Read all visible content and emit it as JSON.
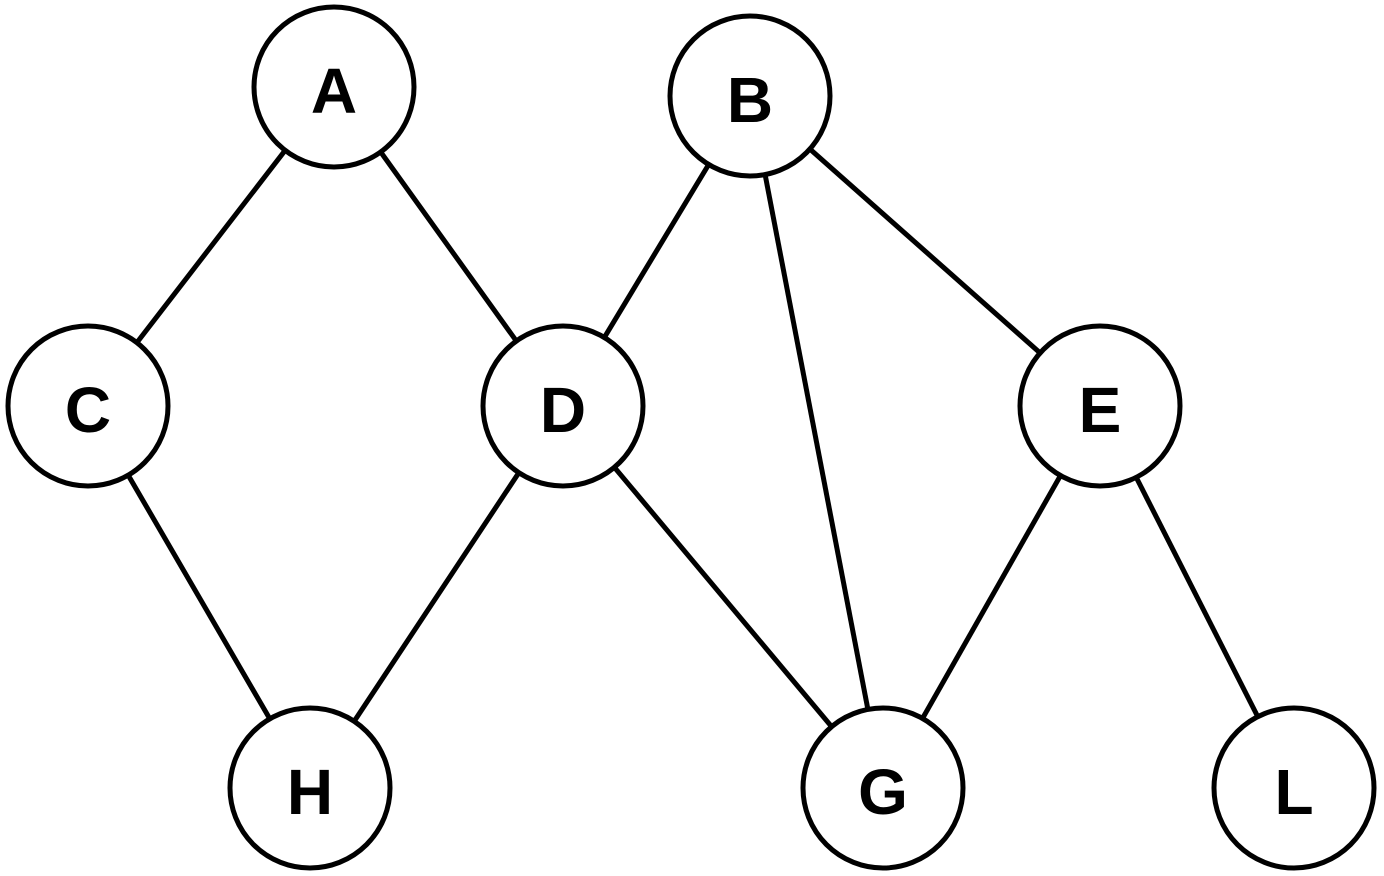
{
  "diagram": {
    "type": "undirected-graph",
    "nodes": [
      {
        "id": "A",
        "label": "A"
      },
      {
        "id": "B",
        "label": "B"
      },
      {
        "id": "C",
        "label": "C"
      },
      {
        "id": "D",
        "label": "D"
      },
      {
        "id": "E",
        "label": "E"
      },
      {
        "id": "H",
        "label": "H"
      },
      {
        "id": "G",
        "label": "G"
      },
      {
        "id": "L",
        "label": "L"
      }
    ],
    "edges": [
      {
        "from": "A",
        "to": "C"
      },
      {
        "from": "A",
        "to": "D"
      },
      {
        "from": "C",
        "to": "H"
      },
      {
        "from": "D",
        "to": "H"
      },
      {
        "from": "B",
        "to": "D"
      },
      {
        "from": "B",
        "to": "G"
      },
      {
        "from": "B",
        "to": "E"
      },
      {
        "from": "D",
        "to": "G"
      },
      {
        "from": "E",
        "to": "G"
      },
      {
        "from": "E",
        "to": "L"
      }
    ]
  }
}
